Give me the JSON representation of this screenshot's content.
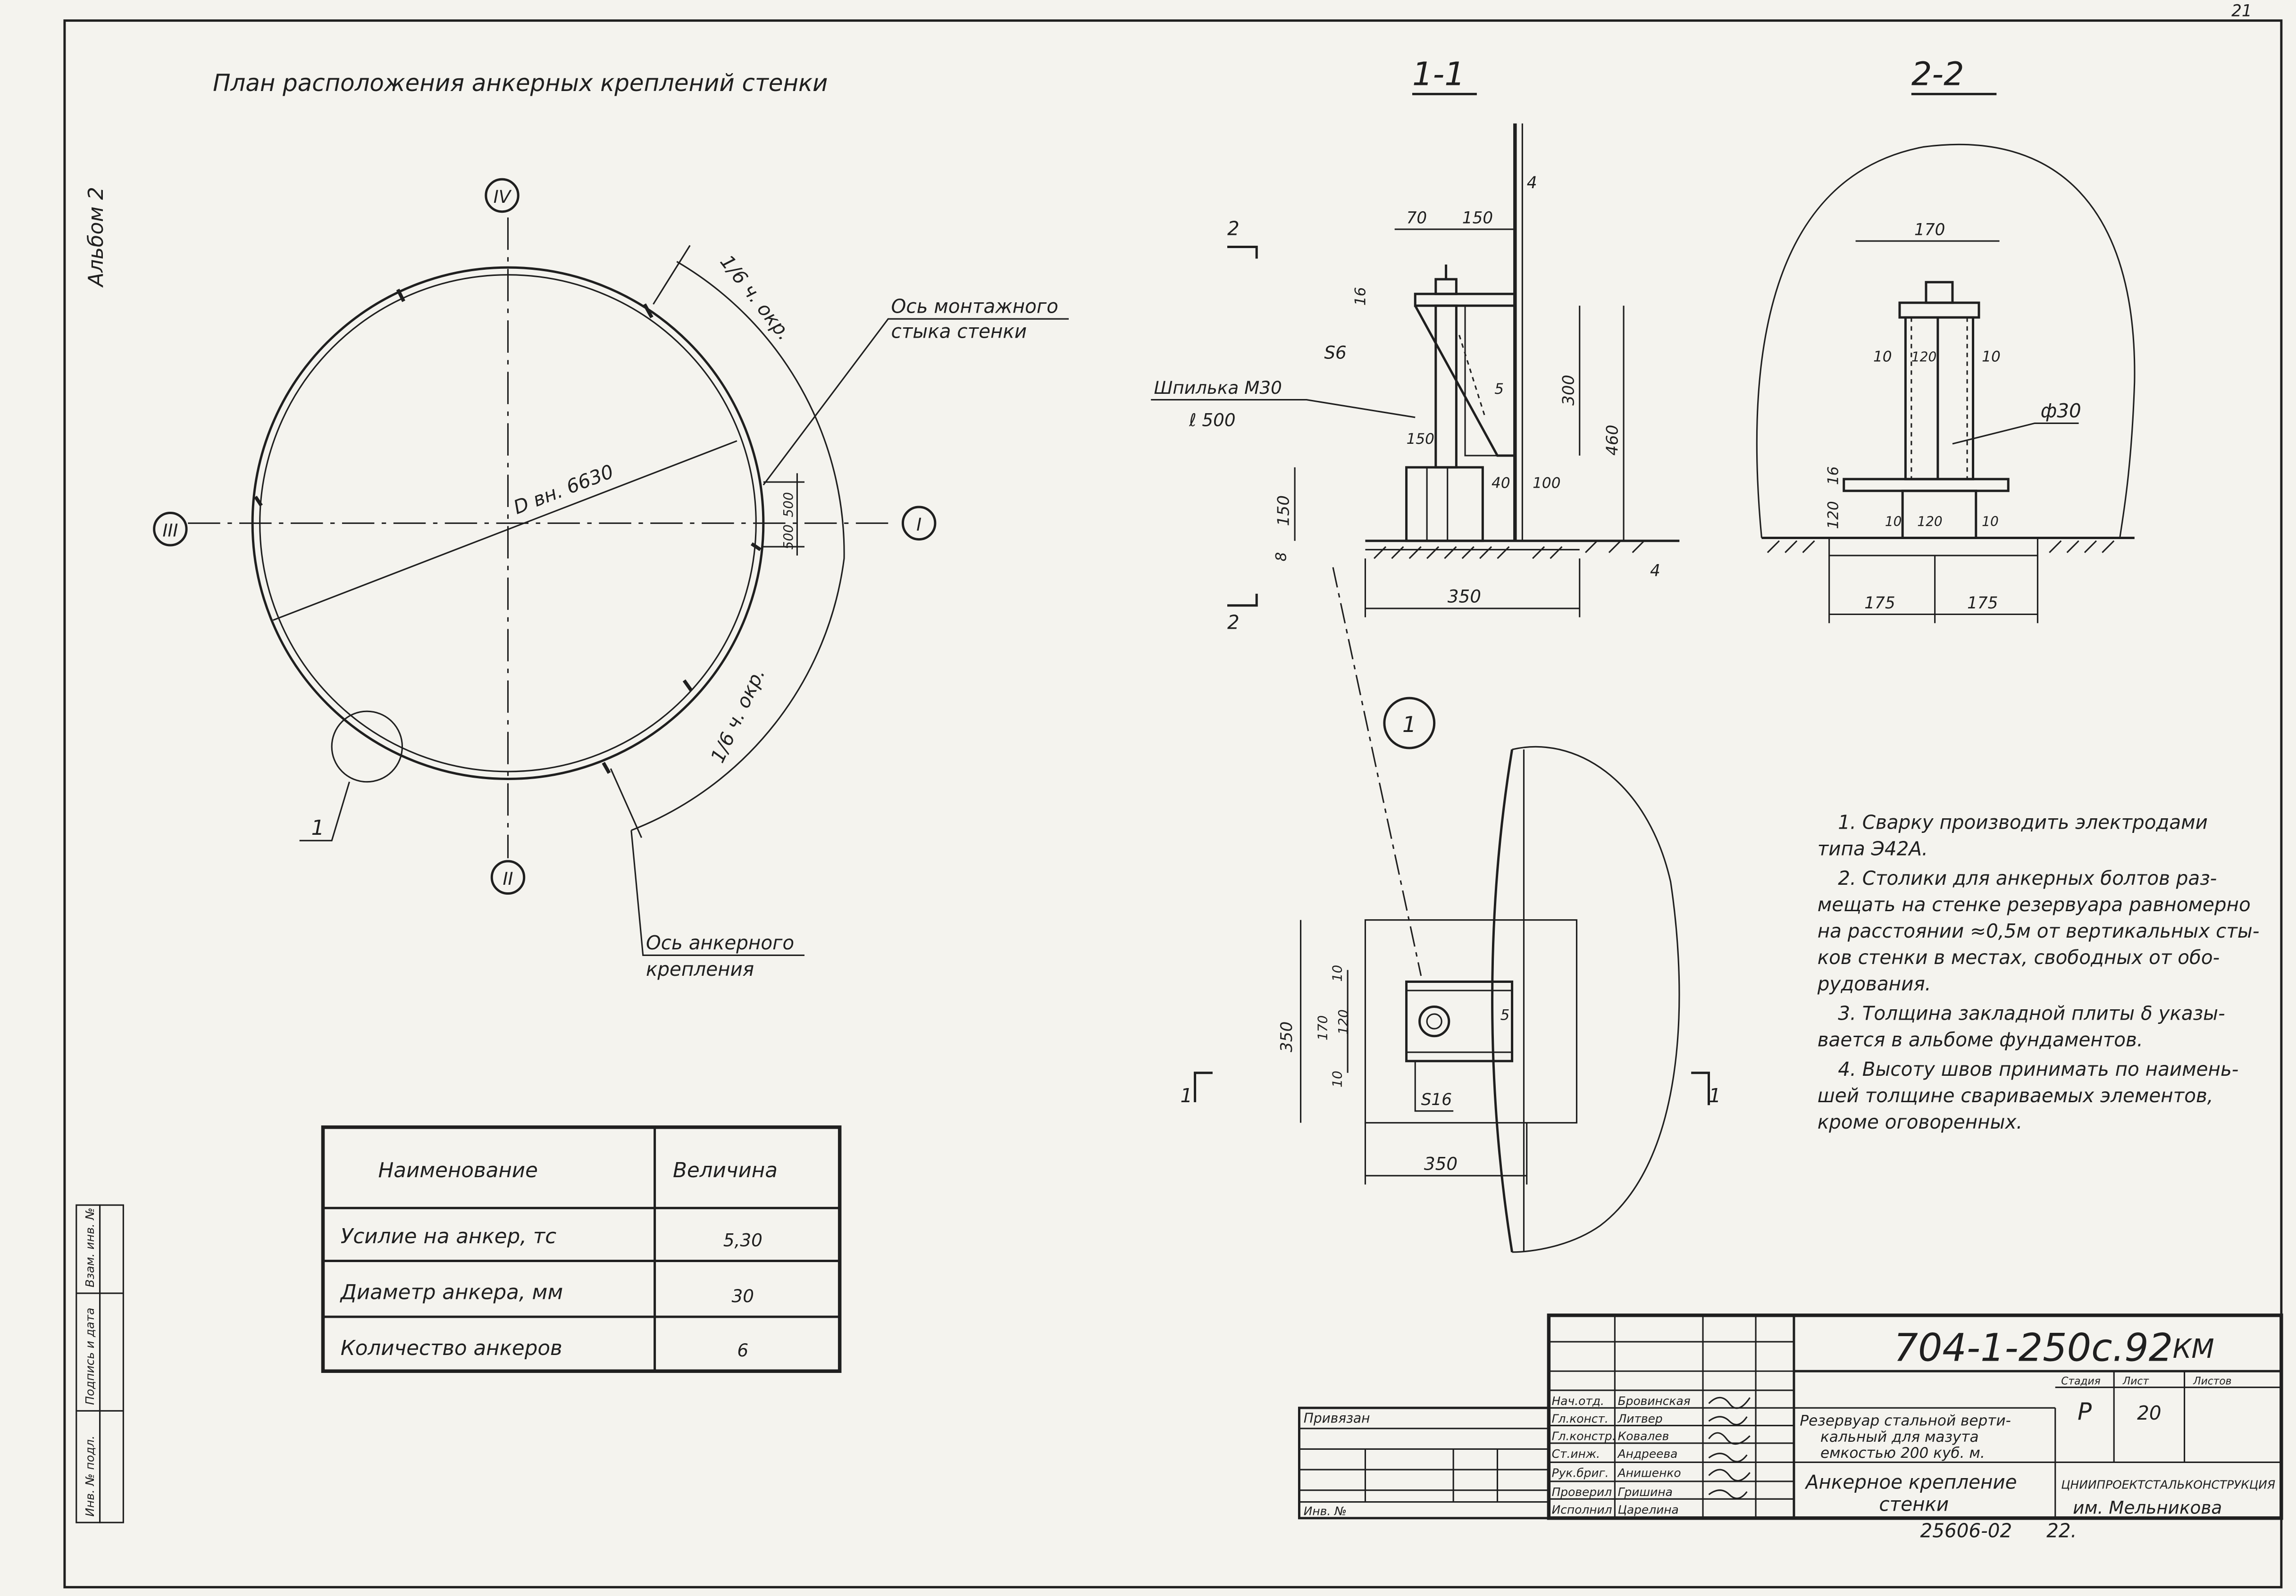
{
  "album_label": "Альбом 2",
  "sheet_corner": "21",
  "plan": {
    "title": "План расположения анкерных креплений стенки",
    "axes": [
      "I",
      "II",
      "III",
      "IV"
    ],
    "diameter_label": "D вн. 6630",
    "arc_label_top": "1/6 ч. окр.",
    "arc_label_bottom": "1/6 ч. окр.",
    "dim_500_a": "500",
    "dim_500_b": "500",
    "seam_axis_label_1": "Ось монтажного",
    "seam_axis_label_2": "стыка стенки",
    "anchor_axis_label_1": "Ось анкерного",
    "anchor_axis_label_2": "крепления",
    "detail_marker": "1"
  },
  "section_1_1": {
    "title": "1-1",
    "cut_mark_2": "2",
    "dims": {
      "d70": "70",
      "d150_top": "150",
      "d16": "16",
      "weld_s6": "S6",
      "d300": "300",
      "d460": "460",
      "d150_left": "150",
      "d150_mid": "150",
      "d40": "40",
      "d100": "100",
      "d8": "8",
      "d4_top": "4",
      "d4_bottom": "4",
      "d350": "350",
      "d5": "5"
    },
    "stud_label_1": "Шпилька M30",
    "stud_label_2": "ℓ 500"
  },
  "section_2_2": {
    "title": "2-2",
    "dims": {
      "d170": "170",
      "d10_l": "10",
      "d10_r": "10",
      "d120_inner": "120",
      "d16": "16",
      "d120": "120",
      "d10_b1": "10",
      "d120_b": "120",
      "d10_b2": "10",
      "d175_l": "175",
      "d175_r": "175",
      "phi30": "ф30"
    }
  },
  "detail_1": {
    "marker": "1",
    "dims": {
      "d350_v": "350",
      "d10_t": "10",
      "d170": "170",
      "d120": "120",
      "d10_b": "10",
      "d5": "5",
      "weld": "S16",
      "d350_h": "350"
    },
    "cut_left": "1",
    "cut_right": "1"
  },
  "notes": [
    "1. Сварку производить электродами типа Э42А.",
    "2. Столики для анкерных болтов размещать на стенке резервуара равномерно на расстоянии ≈0,5м от вертикальных стыков стенки в местах, свободных от оборудования.",
    "3. Толщина закладной плиты δ указывается в альбоме фундаментов.",
    "4. Высоту швов принимать по наименьшей толщине свариваемых элементов, кроме оговоренных."
  ],
  "notes_lines": [
    "1. Сварку производить электродами",
    "типа Э42А.",
    "2. Столики для анкерных болтов раз-",
    "мещать на стенке резервуара равномерно",
    "на расстоянии ≈0,5м от вертикальных сты-",
    "ков стенки в местах, свободных от обо-",
    "рудования.",
    "3. Толщина закладной плиты δ указы-",
    "вается в альбоме фундаментов.",
    "4. Высоту швов принимать по наимень-",
    "шей толщине свариваемых элементов,",
    "кроме оговоренных."
  ],
  "table": {
    "headers": [
      "Наименование",
      "Величина"
    ],
    "rows": [
      [
        "Усилие на анкер, тс",
        "5,30"
      ],
      [
        "Диаметр анкера, мм",
        "30"
      ],
      [
        "Количество анкеров",
        "6"
      ]
    ]
  },
  "title_block": {
    "code": "704-1-250с.92",
    "mark": "КМ",
    "privyazan": "Привязан",
    "inv": "Инв. №",
    "roles": [
      "Нач.отд.",
      "Гл.конст.",
      "Гл.констр.",
      "Ст.инж.",
      "Рук.бриг.",
      "Проверил",
      "Исполнил"
    ],
    "names": [
      "Бровинская",
      "Литвер",
      "Ковалев",
      "Андреева",
      "Анишенко",
      "Гришина",
      "Царелина"
    ],
    "project_1": "Резервуар стальной верти-",
    "project_2": "кальный для мазута",
    "project_3": "емкостью 200 куб. м.",
    "sheet_title_1": "Анкерное крепление",
    "sheet_title_2": "стенки",
    "stage_label": "Стадия",
    "sheet_label": "Лист",
    "sheets_label": "Листов",
    "stage": "Р",
    "sheet": "20",
    "org_1": "ЦНИИПРОЕКТСТАЛЬКОНСТРУКЦИЯ",
    "org_2": "им. Мельникова",
    "archive": "25606-02",
    "archive_sheet": "22."
  },
  "side_stamp": [
    "Взам. инв. №",
    "Подпись и дата",
    "Инв. № подл."
  ]
}
